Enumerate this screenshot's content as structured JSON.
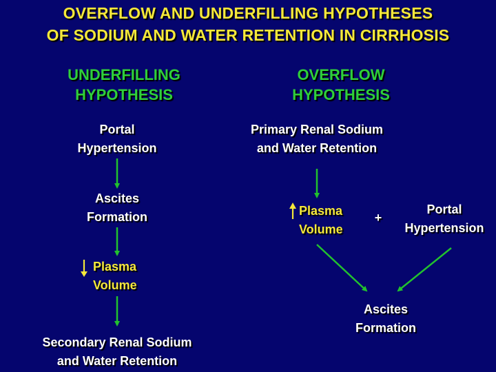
{
  "title": {
    "line1": "OVERFLOW AND UNDERFILLING HYPOTHESES",
    "line2": "OF SODIUM AND WATER RETENTION IN CIRRHOSIS"
  },
  "underfilling": {
    "heading_line1": "UNDERFILLING",
    "heading_line2": "HYPOTHESIS",
    "nodes": [
      {
        "line1": "Portal",
        "line2": "Hypertension"
      },
      {
        "line1": "Ascites",
        "line2": "Formation"
      },
      {
        "direction_icon": "down-arrow-icon",
        "line1": "Plasma",
        "line2": "Volume"
      },
      {
        "line1": "Secondary Renal Sodium",
        "line2": "and Water Retention"
      }
    ]
  },
  "overflow": {
    "heading_line1": "OVERFLOW",
    "heading_line2": "HYPOTHESIS",
    "nodes": [
      {
        "line1": "Primary Renal Sodium",
        "line2": "and Water Retention"
      },
      {
        "direction_icon": "up-arrow-icon",
        "line1": "Plasma",
        "line2": "Volume"
      },
      {
        "line1": "Portal",
        "line2": "Hypertension"
      },
      {
        "line1": "Ascites",
        "line2": "Formation"
      }
    ],
    "plus": "+"
  },
  "colors": {
    "background": "#05056e",
    "title": "#f5e83a",
    "heading": "#2fcf3a",
    "text": "#ffffff",
    "highlight": "#f5e83a",
    "arrow": "#22c22e"
  }
}
